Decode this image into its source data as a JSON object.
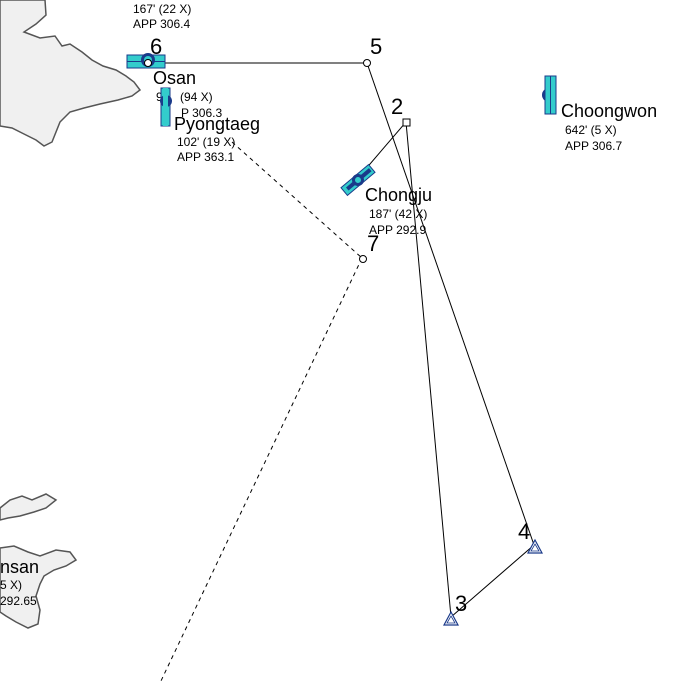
{
  "map": {
    "waypoints": [
      {
        "id": "wp-2",
        "label": "2",
        "marker": "square"
      },
      {
        "id": "wp-3",
        "label": "3",
        "marker": "triangle"
      },
      {
        "id": "wp-4",
        "label": "4",
        "marker": "triangle"
      },
      {
        "id": "wp-5",
        "label": "5",
        "marker": "circle"
      },
      {
        "id": "wp-6",
        "label": "6",
        "marker": "circle"
      },
      {
        "id": "wp-7",
        "label": "7",
        "marker": "circle"
      }
    ],
    "airfields": {
      "top_partial": {
        "elev": "167'  (22 X)",
        "app": "APP 306.4"
      },
      "osan": {
        "name": "Osan",
        "elev": "9",
        "elev_partial": "(94 X)",
        "app": "P 306.3"
      },
      "pyongtaeg": {
        "name": "Pyongtaeg",
        "elev": "102'  (19 X)",
        "app": "APP 363.1"
      },
      "chongju": {
        "name": "Chongju",
        "elev": "187'  (42 X)",
        "app": "APP 292.9"
      },
      "choongwon": {
        "name": "Choongwon",
        "elev": "642'  (5 X)",
        "app": "APP 306.7"
      },
      "kunsan_partial": {
        "name": "nsan",
        "elev": "5 X)",
        "app": "292.65"
      }
    },
    "colors": {
      "runway": "#33cccc",
      "runway_outline": "#1a3a8a",
      "triangle": "#1a3a8a",
      "land": "#f0f0f0",
      "coast": "#555555",
      "route": "#000000"
    }
  }
}
